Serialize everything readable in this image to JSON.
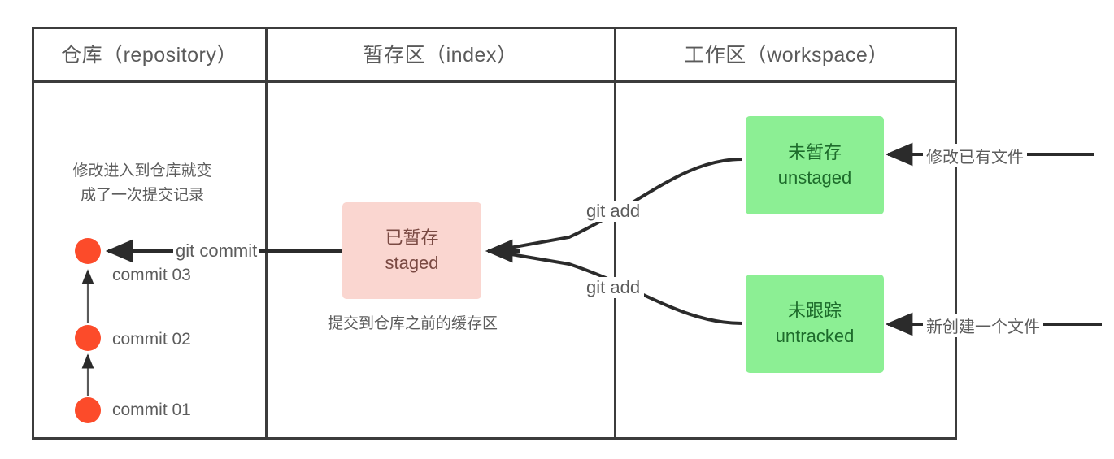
{
  "diagram": {
    "title_text": "Git areas diagram",
    "columns": [
      {
        "key": "repository",
        "header": "仓库（repository）"
      },
      {
        "key": "index",
        "header": "暂存区（index）"
      },
      {
        "key": "workspace",
        "header": "工作区（workspace）"
      }
    ],
    "repository": {
      "note": "修改进入到仓库就变\n成了一次提交记录",
      "commits": [
        {
          "label": "commit  03"
        },
        {
          "label": "commit  02"
        },
        {
          "label": "commit  01"
        }
      ],
      "commit_arrow_label": "git commit"
    },
    "index": {
      "box_label": "已暂存\nstaged",
      "caption": "提交到仓库之前的缓存区",
      "add_label_top": "git add",
      "add_label_bottom": "git add"
    },
    "workspace": {
      "unstaged_box_label": "未暂存\nunstaged",
      "untracked_box_label": "未跟踪\nuntracked",
      "note_top": "修改已有文件",
      "note_bottom": "新创建一个文件"
    },
    "colors": {
      "commit_dot": "#fc4b2a",
      "staged_box": "#fad6d0",
      "staged_text": "#7a4a43",
      "workspace_box": "#8cef94",
      "workspace_text": "#1d6b2b",
      "border": "#3c3c3c",
      "text": "#5c5c5c",
      "background": "#ffffff"
    }
  }
}
